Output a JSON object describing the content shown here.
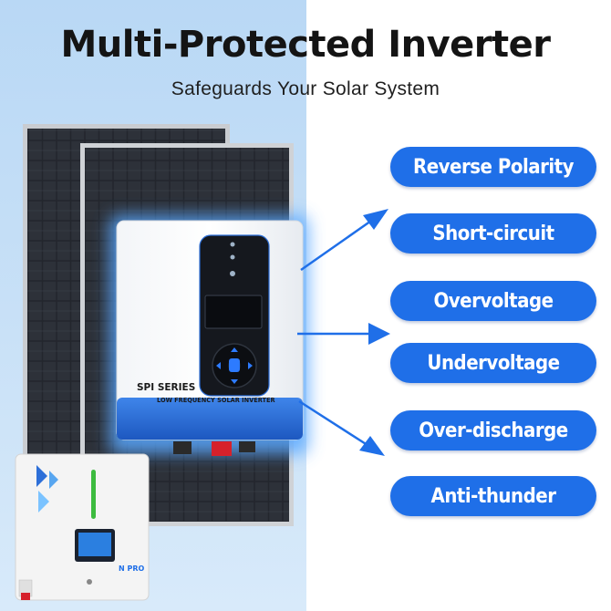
{
  "header": {
    "title": "Multi-Protected Inverter",
    "subtitle": "Safeguards Your Solar System"
  },
  "inverter": {
    "series_label": "SPI SERIES",
    "model_label": "LOW FREQUENCY SOLAR INVERTER"
  },
  "battery": {
    "brand_label": "N PRO"
  },
  "features": [
    {
      "label": "Reverse Polarity"
    },
    {
      "label": "Short-circuit"
    },
    {
      "label": "Overvoltage"
    },
    {
      "label": "Undervoltage"
    },
    {
      "label": "Over-discharge"
    },
    {
      "label": "Anti-thunder"
    }
  ],
  "colors": {
    "accent": "#1f6fe8",
    "background_left": "#c4def6",
    "inverter_blue": "#2f6fd6"
  }
}
